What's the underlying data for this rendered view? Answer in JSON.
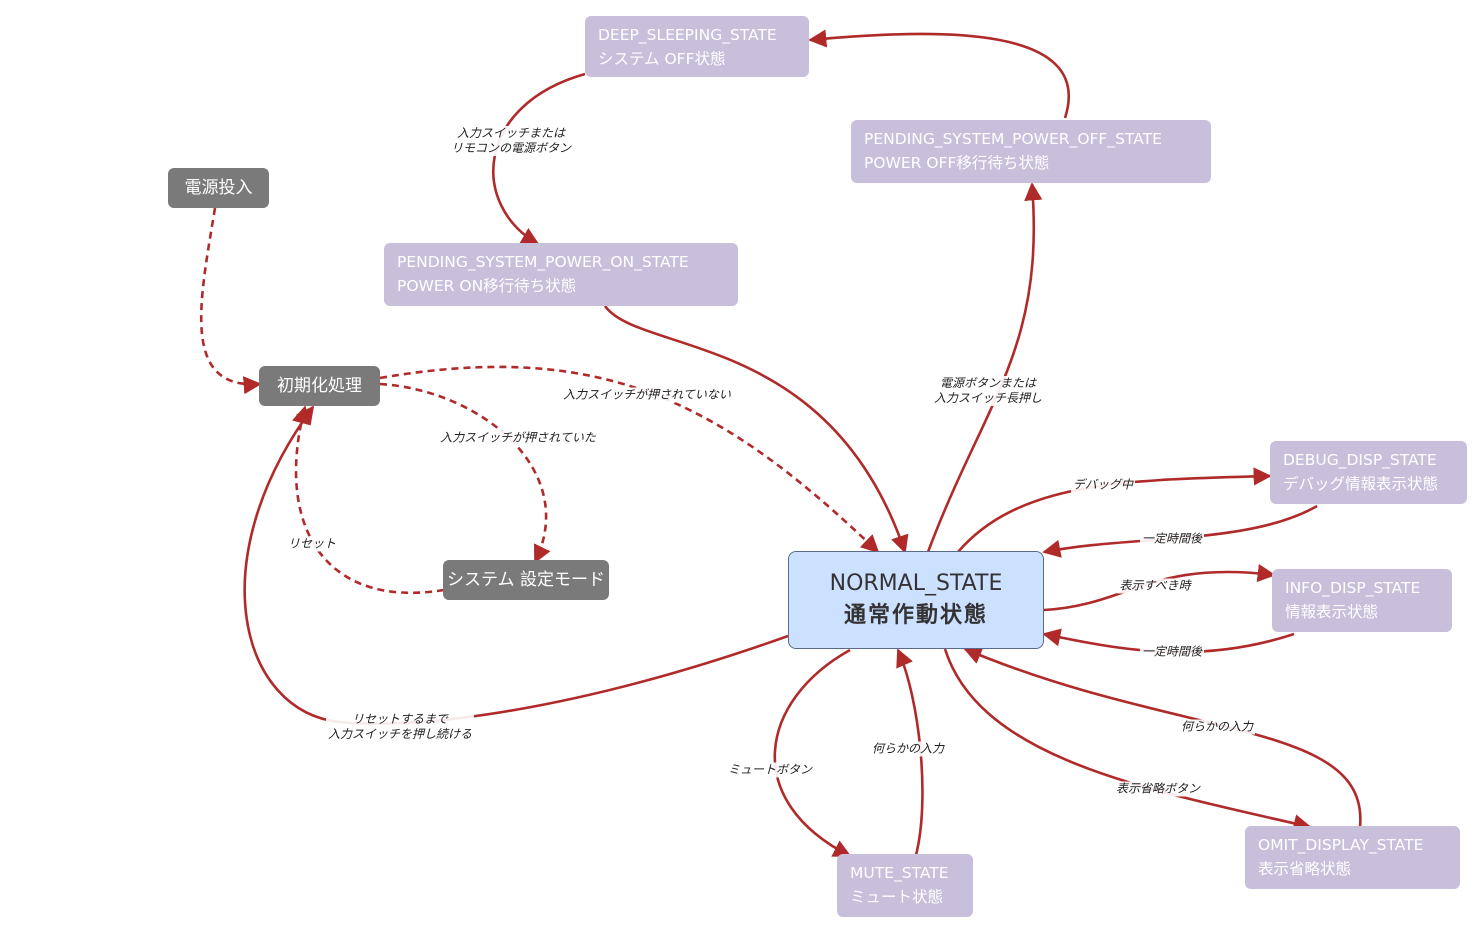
{
  "colors": {
    "edge": "#b02a2a",
    "state_fill": "#c8bfdb",
    "action_fill": "#7a7a7a",
    "main_fill": "#cce0ff"
  },
  "nodes": {
    "deep_sleeping": {
      "line1": "DEEP_SLEEPING_STATE",
      "line2": "システム OFF状態"
    },
    "pending_power_off": {
      "line1": "PENDING_SYSTEM_POWER_OFF_STATE",
      "line2": "POWER OFF移行待ち状態"
    },
    "pending_power_on": {
      "line1": "PENDING_SYSTEM_POWER_ON_STATE",
      "line2": "POWER ON移行待ち状態"
    },
    "power_on": {
      "label": "電源投入"
    },
    "init": {
      "label": "初期化処理"
    },
    "setting_mode": {
      "label": "システム 設定モード"
    },
    "normal": {
      "line1": "NORMAL_STATE",
      "line2": "通常作動状態"
    },
    "debug_disp": {
      "line1": "DEBUG_DISP_STATE",
      "line2": "デバッグ情報表示状態"
    },
    "info_disp": {
      "line1": "INFO_DISP_STATE",
      "line2": "情報表示状態"
    },
    "omit_display": {
      "line1": "OMIT_DISPLAY_STATE",
      "line2": "表示省略状態"
    },
    "mute": {
      "line1": "MUTE_STATE",
      "line2": "ミュート状態"
    }
  },
  "edge_labels": {
    "sleep_to_pending_on": [
      "入力スイッチまたは",
      "リモコンの電源ボタン"
    ],
    "normal_to_pending_off": [
      "電源ボタンまたは",
      "入力スイッチ長押し"
    ],
    "init_to_normal": [
      "入力スイッチが押されていない"
    ],
    "init_to_setting": [
      "入力スイッチが押されていた"
    ],
    "setting_to_init": [
      "リセット"
    ],
    "normal_to_init": [
      "リセットするまで",
      "入力スイッチを押し続ける"
    ],
    "normal_to_debug": [
      "デバッグ中"
    ],
    "debug_to_normal": [
      "一定時間後"
    ],
    "normal_to_info": [
      "表示すべき時"
    ],
    "info_to_normal": [
      "一定時間後"
    ],
    "normal_to_omit": [
      "表示省略ボタン"
    ],
    "omit_to_normal": [
      "何らかの入力"
    ],
    "normal_to_mute": [
      "ミュートボタン"
    ],
    "mute_to_normal": [
      "何らかの入力"
    ]
  }
}
